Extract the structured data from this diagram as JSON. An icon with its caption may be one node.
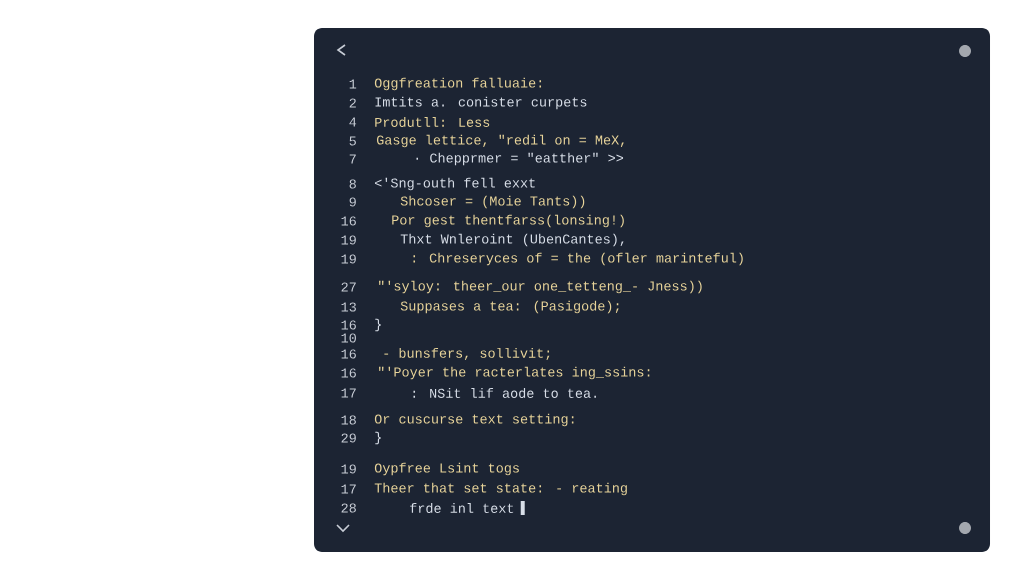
{
  "diagram": {
    "labels": [
      "1",
      "Oggfreation falluaie:",
      "2",
      "Imtits a. conister curpets",
      "4",
      "Produtll: Less",
      "5",
      "Gasge lettice, \"redil on = MeX,",
      "7",
      "· Chepprmer = \"eatther\" >>",
      "8",
      "<'Sng-outh fell exxt",
      "9",
      "Shcoser = (Moie Tants))",
      "16",
      "Por gest thentfarss(lonsing!)",
      "19",
      "Thxt Wnleroint (UbenCantes),",
      "19",
      ": Chreseryces of = the (ofler marinteful)",
      "27",
      "\"'syloy: theer_our one_tetteng_- Jness))",
      "13",
      "Suppases a tea: (Pasigode);",
      "16",
      "}",
      "10",
      "16",
      "- bunsfers, sollivit;",
      "16",
      "\"'Poyer the racterlates ing_ssins:",
      "17",
      ": NSit lif aode to tea.",
      "18",
      "Or cuscurse text setting:",
      "29",
      "}",
      "19",
      "Oypfree Lsint togs",
      "17",
      "Theer that set state: - reating",
      "28",
      "frde inl text"
    ]
  }
}
